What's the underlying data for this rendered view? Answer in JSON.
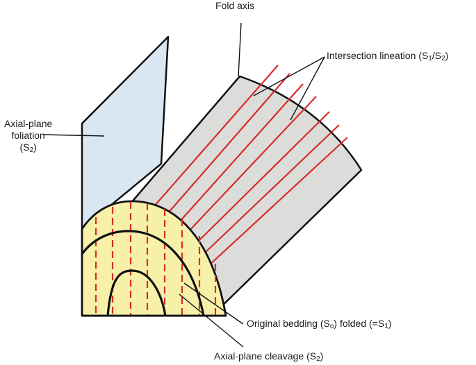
{
  "labels": {
    "fold_axis": "Fold axis",
    "intersection_lineation": {
      "text": "Intersection lineation (S",
      "sub1": "1",
      "mid": "/S",
      "sub2": "2",
      "end": ")"
    },
    "axial_plane_foliation": {
      "line1": "Axial-plane",
      "line2": "foliation",
      "line3_open": "(S",
      "line3_sub": "2",
      "line3_close": ")"
    },
    "original_bedding": {
      "text": "Original bedding (S",
      "sub1": "o",
      "mid": ") folded (=S",
      "sub2": "1",
      "end": ")"
    },
    "axial_plane_cleavage": {
      "text": "Axial-plane cleavage (S",
      "sub1": "2",
      "end": ")"
    }
  },
  "colors": {
    "axial_plane_fill": "#d9e7f2",
    "fold_surface_fill": "#dcdcda",
    "fold_profile_fill": "#f7f0a9",
    "lineation": "#d62b2b",
    "outline": "#111111"
  }
}
